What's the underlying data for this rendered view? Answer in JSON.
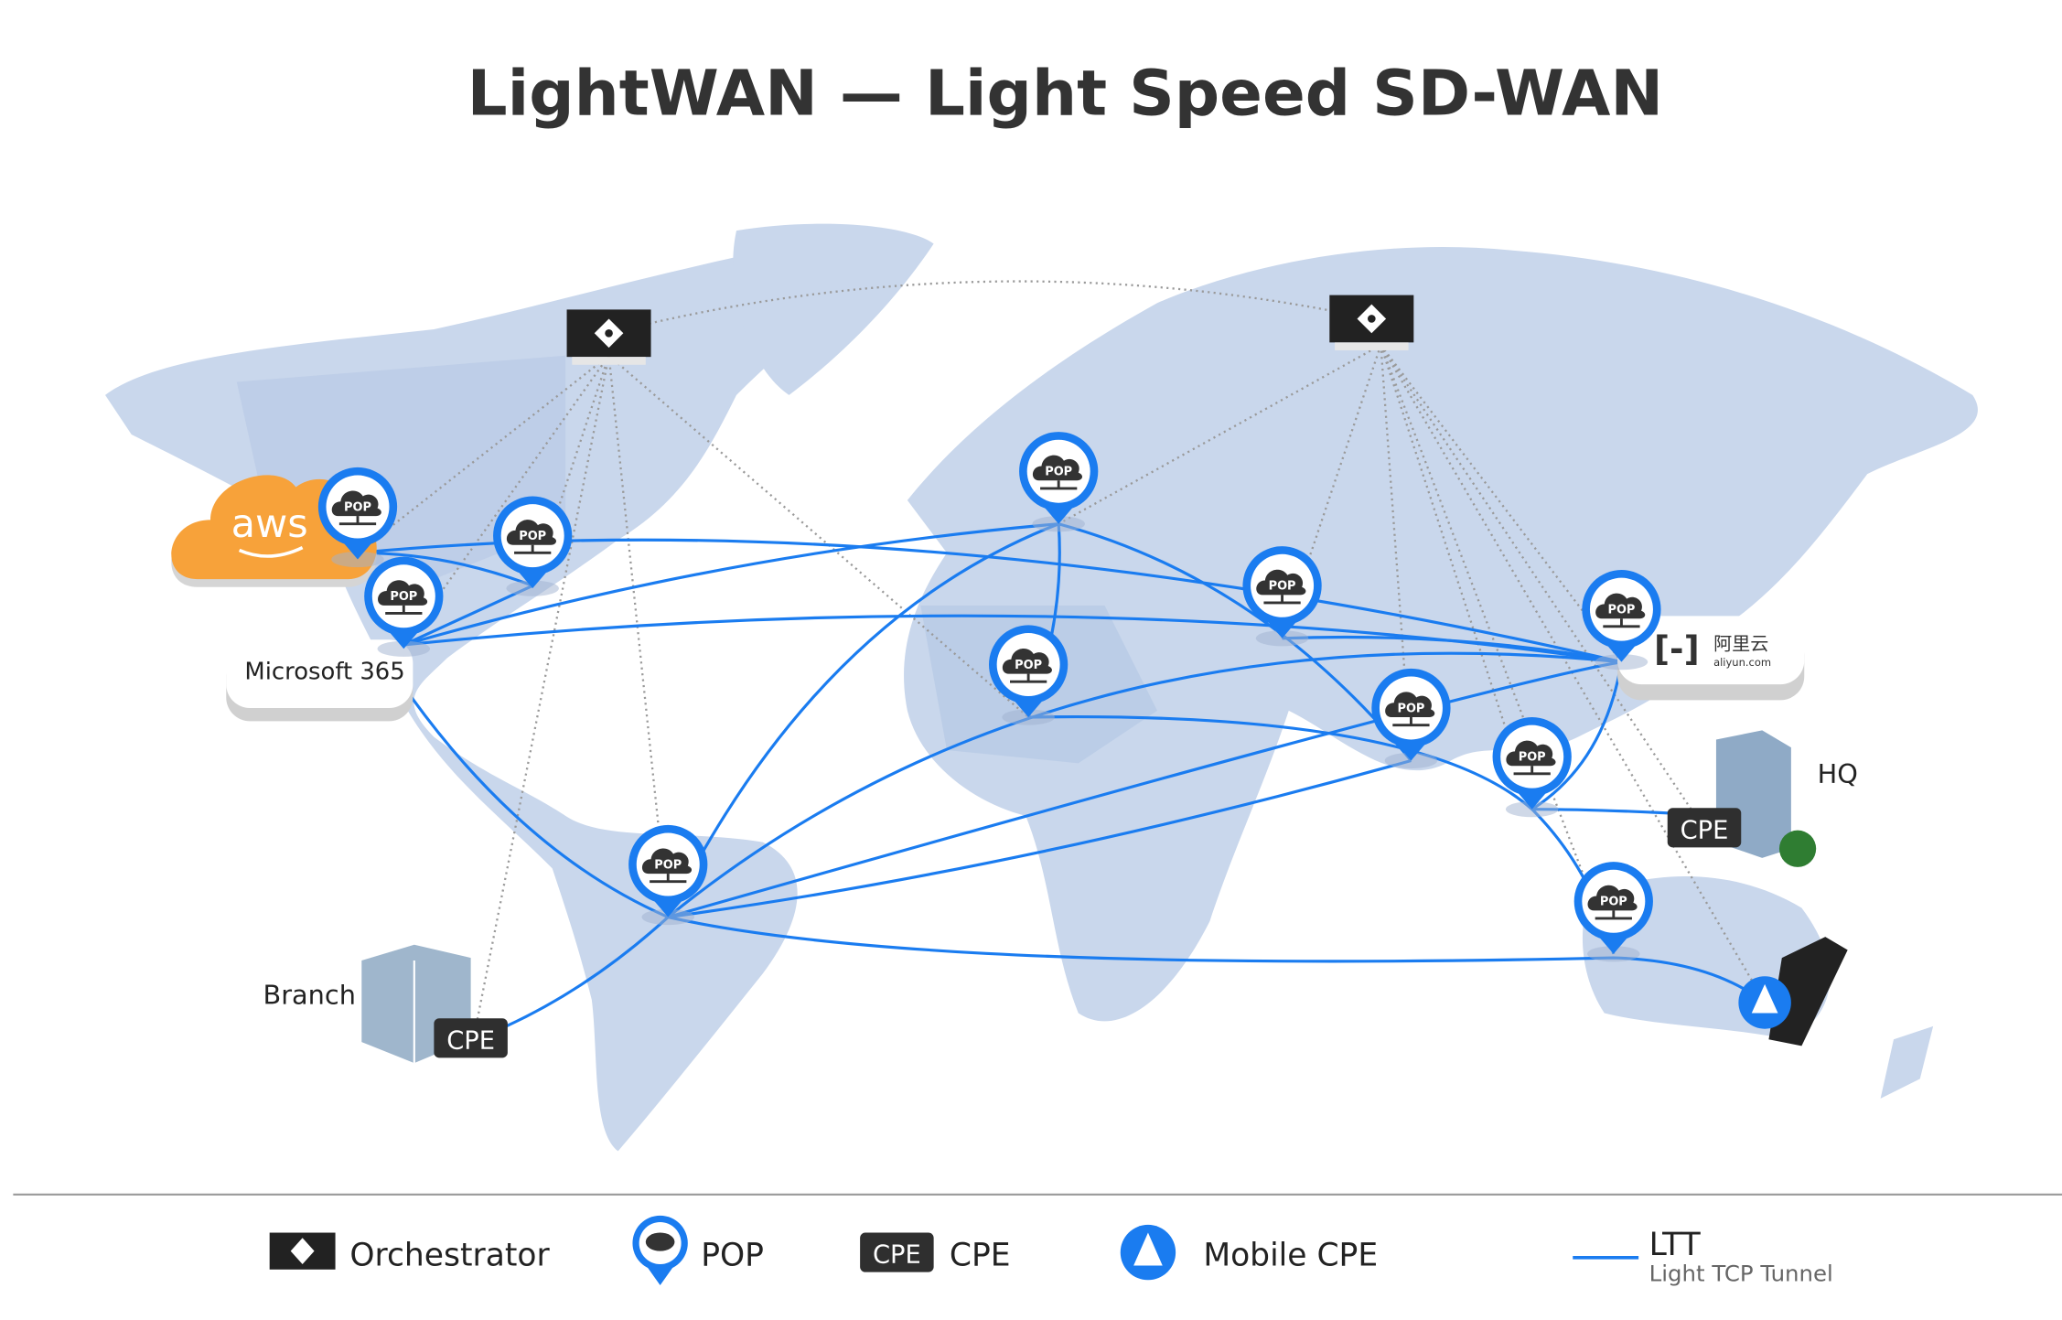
{
  "title": "LightWAN — Light Speed SD-WAN",
  "nodes": {
    "pop_label": "POP",
    "cpe_label": "CPE",
    "aws_label": "aws",
    "microsoft_label": "Microsoft 365",
    "aliyun_cn": "阿里云",
    "aliyun_en": "aliyun.com",
    "branch_label": "Branch",
    "hq_label": "HQ"
  },
  "legend": {
    "orchestrator": "Orchestrator",
    "pop": "POP",
    "cpe": "CPE",
    "mobile_cpe": "Mobile CPE",
    "ltt": "LTT",
    "ltt_sub": "Light TCP Tunnel"
  },
  "colors": {
    "accent": "#1a7cf0",
    "map": "#c9d7ec",
    "aws": "#f7a23a",
    "dark": "#2f2f2f"
  }
}
